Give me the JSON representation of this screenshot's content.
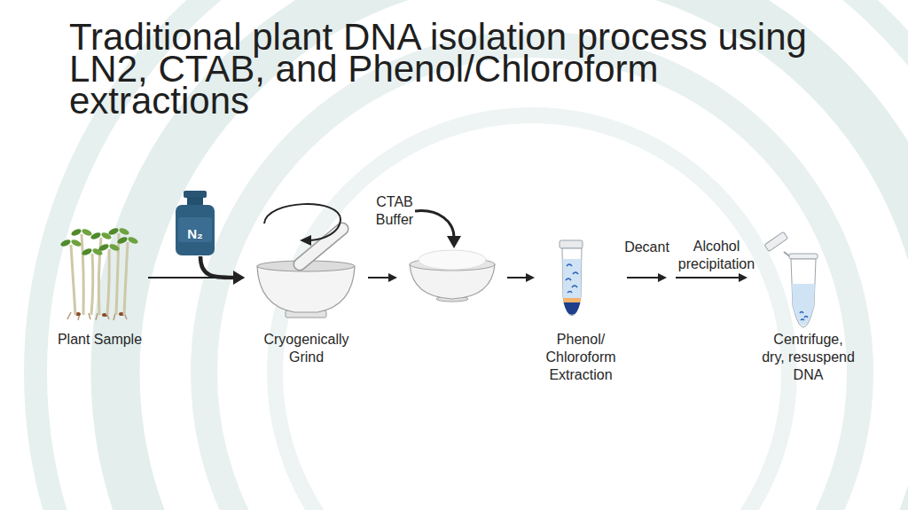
{
  "diagram": {
    "title": "Traditional plant DNA isolation process using LN2, CTAB, and Phenol/Chloroform extractions",
    "nodes": [
      {
        "text": [
          "Plant Sample"
        ]
      },
      {
        "text": [
          "N₂"
        ]
      },
      {
        "text": [
          "Cryogenically Grind"
        ]
      },
      {
        "text": [
          "CTAB Buffer"
        ]
      },
      {
        "text": [
          "Phenol/ Chloroform Extraction"
        ]
      },
      {
        "text": [
          "Centrifuge, dry, resuspend DNA"
        ]
      }
    ],
    "edges": [
      {
        "from": 0,
        "to": 2,
        "arrow": "to"
      },
      {
        "from": 1,
        "to": 2,
        "arrow": "to"
      },
      {
        "from": 2,
        "to": 3,
        "arrow": "to"
      },
      {
        "from": 3,
        "to": 4,
        "arrow": "to"
      },
      {
        "from": 4,
        "to": 5,
        "arrow": "to",
        "label": "Decant"
      }
    ],
    "labels": [
      "Alcohol precipitation"
    ]
  }
}
